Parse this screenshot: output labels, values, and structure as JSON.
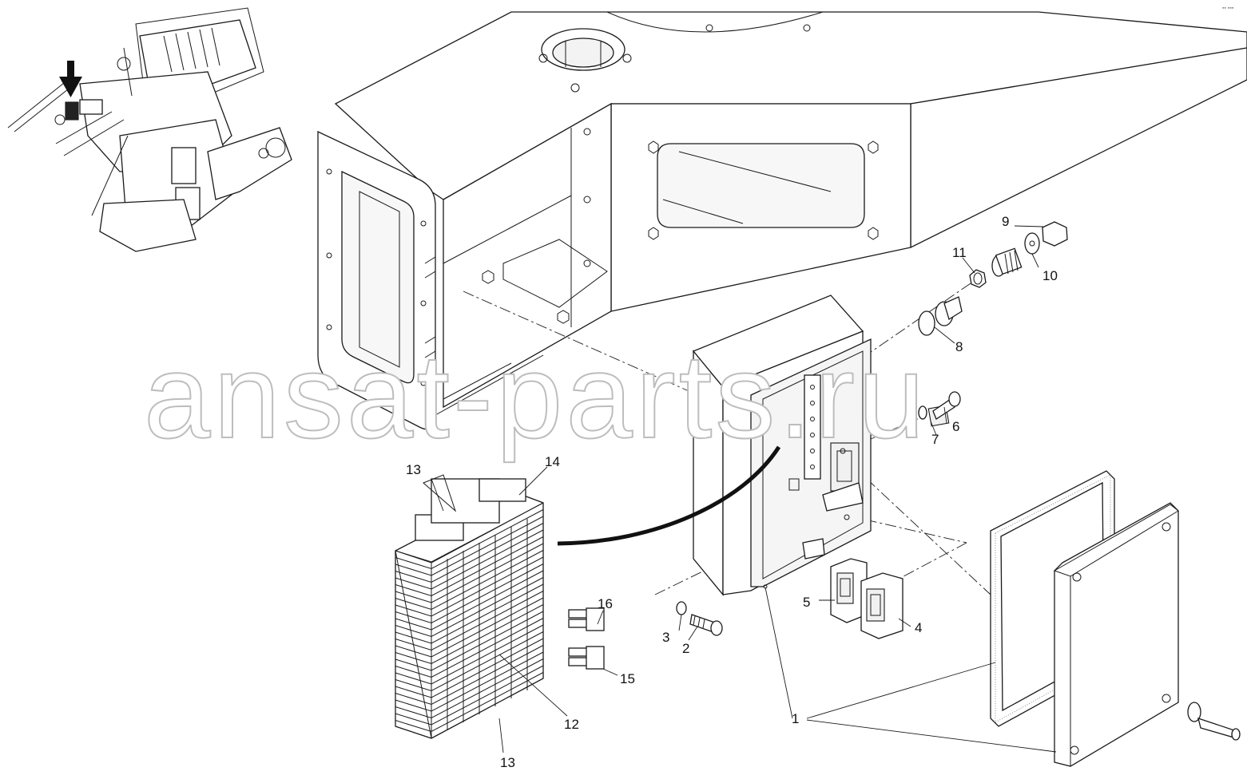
{
  "watermark": "ansat-parts.ru",
  "corner_mark": "▪▪ ▪▪▪",
  "callouts": {
    "c1": "1",
    "c2": "2",
    "c3": "3",
    "c4": "4",
    "c5": "5",
    "c6": "6",
    "c7": "7",
    "c8": "8",
    "c9": "9",
    "c10": "10",
    "c11": "11",
    "c12": "12",
    "c13_top": "13",
    "c13_bottom": "13",
    "c14": "14",
    "c15": "15",
    "c16": "16"
  },
  "icons": {
    "location_arrow": "down-arrow-icon"
  }
}
